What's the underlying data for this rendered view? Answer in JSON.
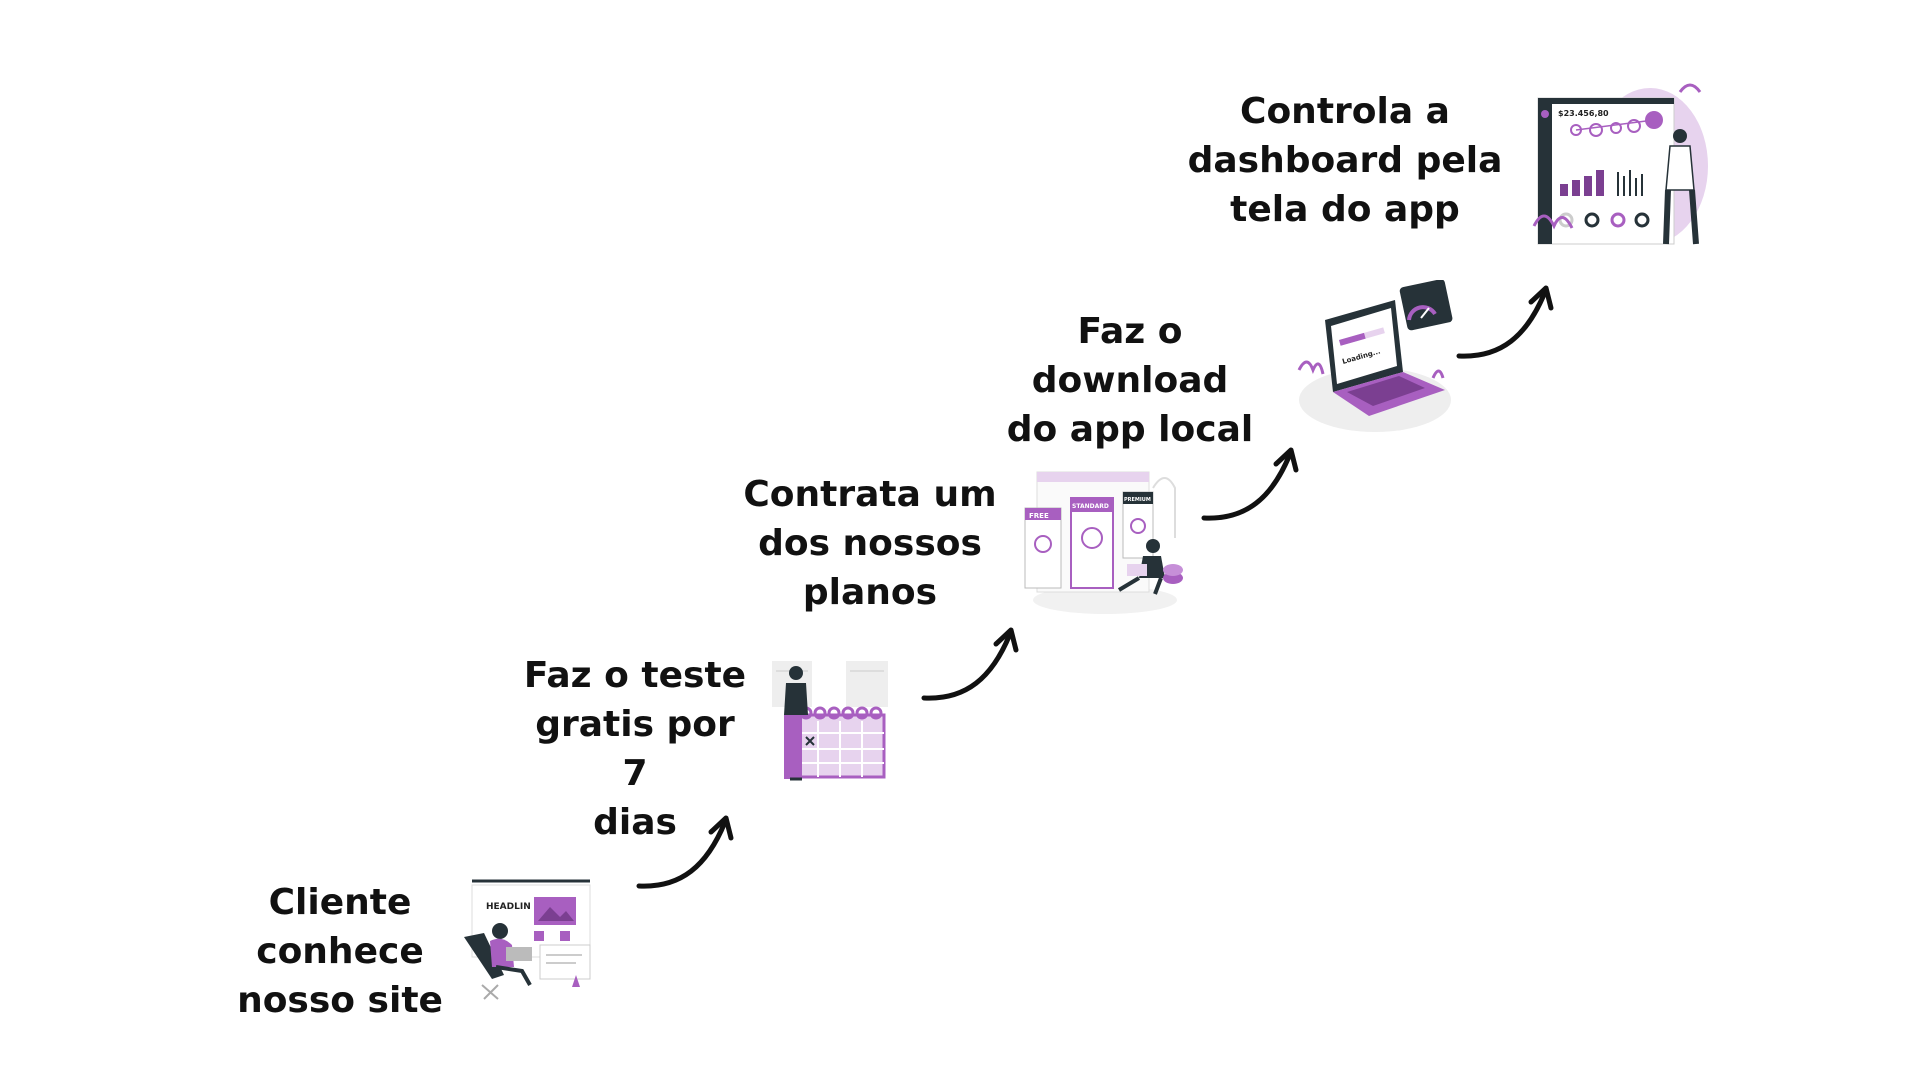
{
  "steps": [
    {
      "label": "Cliente\nconhece\nnosso site"
    },
    {
      "label": "Faz o teste\ngratis por 7\ndias"
    },
    {
      "label": "Contrata um\ndos nossos\nplanos"
    },
    {
      "label": "Faz o download\ndo app local"
    },
    {
      "label": "Controla a\ndashboard pela\ntela do app"
    }
  ],
  "illustrations": {
    "site_headline": "HEADLIN",
    "plan_free": "FREE",
    "plan_standard": "STANDARD",
    "plan_premium": "PREMIUM",
    "loading_text": "Loading...",
    "dashboard_amount": "$23.456,80"
  },
  "icons": [
    "website-illustration",
    "calendar-illustration",
    "pricing-plans-illustration",
    "download-laptop-illustration",
    "dashboard-illustration",
    "curved-arrow-icon"
  ],
  "colors": {
    "accent": "#A85FC0",
    "accent_light": "#E7D3EE",
    "dark": "#263238",
    "text": "#111111"
  }
}
